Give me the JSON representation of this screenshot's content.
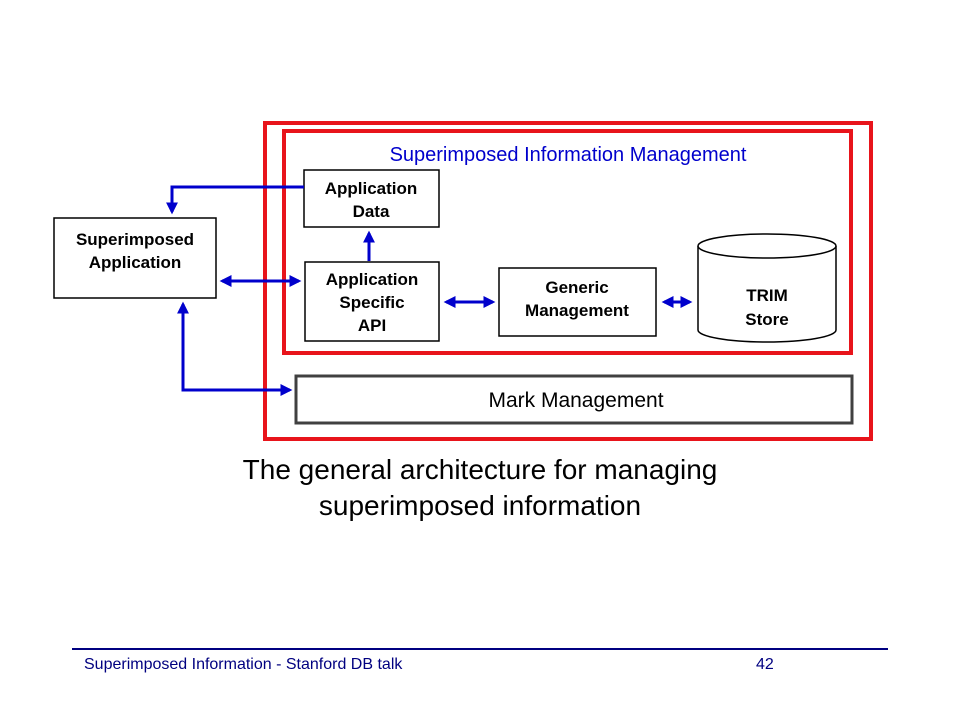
{
  "diagram": {
    "outer_label": "Superimposed Information Management",
    "boxes": {
      "superimposed_application": [
        "Superimposed",
        "Application"
      ],
      "application_data": [
        "Application",
        "Data"
      ],
      "application_specific_api": [
        "Application",
        "Specific",
        "API"
      ],
      "generic_management": [
        "Generic",
        "Management"
      ],
      "trim_store": [
        "TRIM",
        "Store"
      ],
      "mark_management": "Mark Management"
    },
    "colors": {
      "frame": "#e8141b",
      "arrow": "#0000cc",
      "box_border": "#000000",
      "mark_border": "#404040"
    }
  },
  "caption": {
    "line1": "The general architecture for managing",
    "line2": "superimposed information"
  },
  "footer": {
    "left": "Superimposed Information - Stanford DB talk",
    "page": "42"
  }
}
